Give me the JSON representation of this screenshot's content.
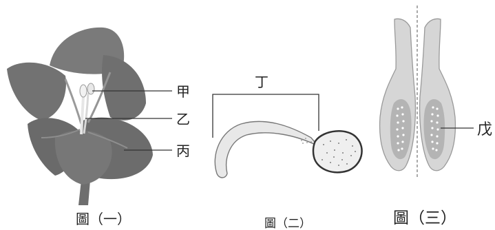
{
  "figures": [
    {
      "caption": "圖（一）",
      "labels": {
        "jia": "甲",
        "yi": "乙",
        "bing": "丙"
      }
    },
    {
      "caption": "圖（二）",
      "labels": {
        "ding": "丁"
      }
    },
    {
      "caption": "圖（三）",
      "labels": {
        "wu": "戊"
      }
    }
  ]
}
